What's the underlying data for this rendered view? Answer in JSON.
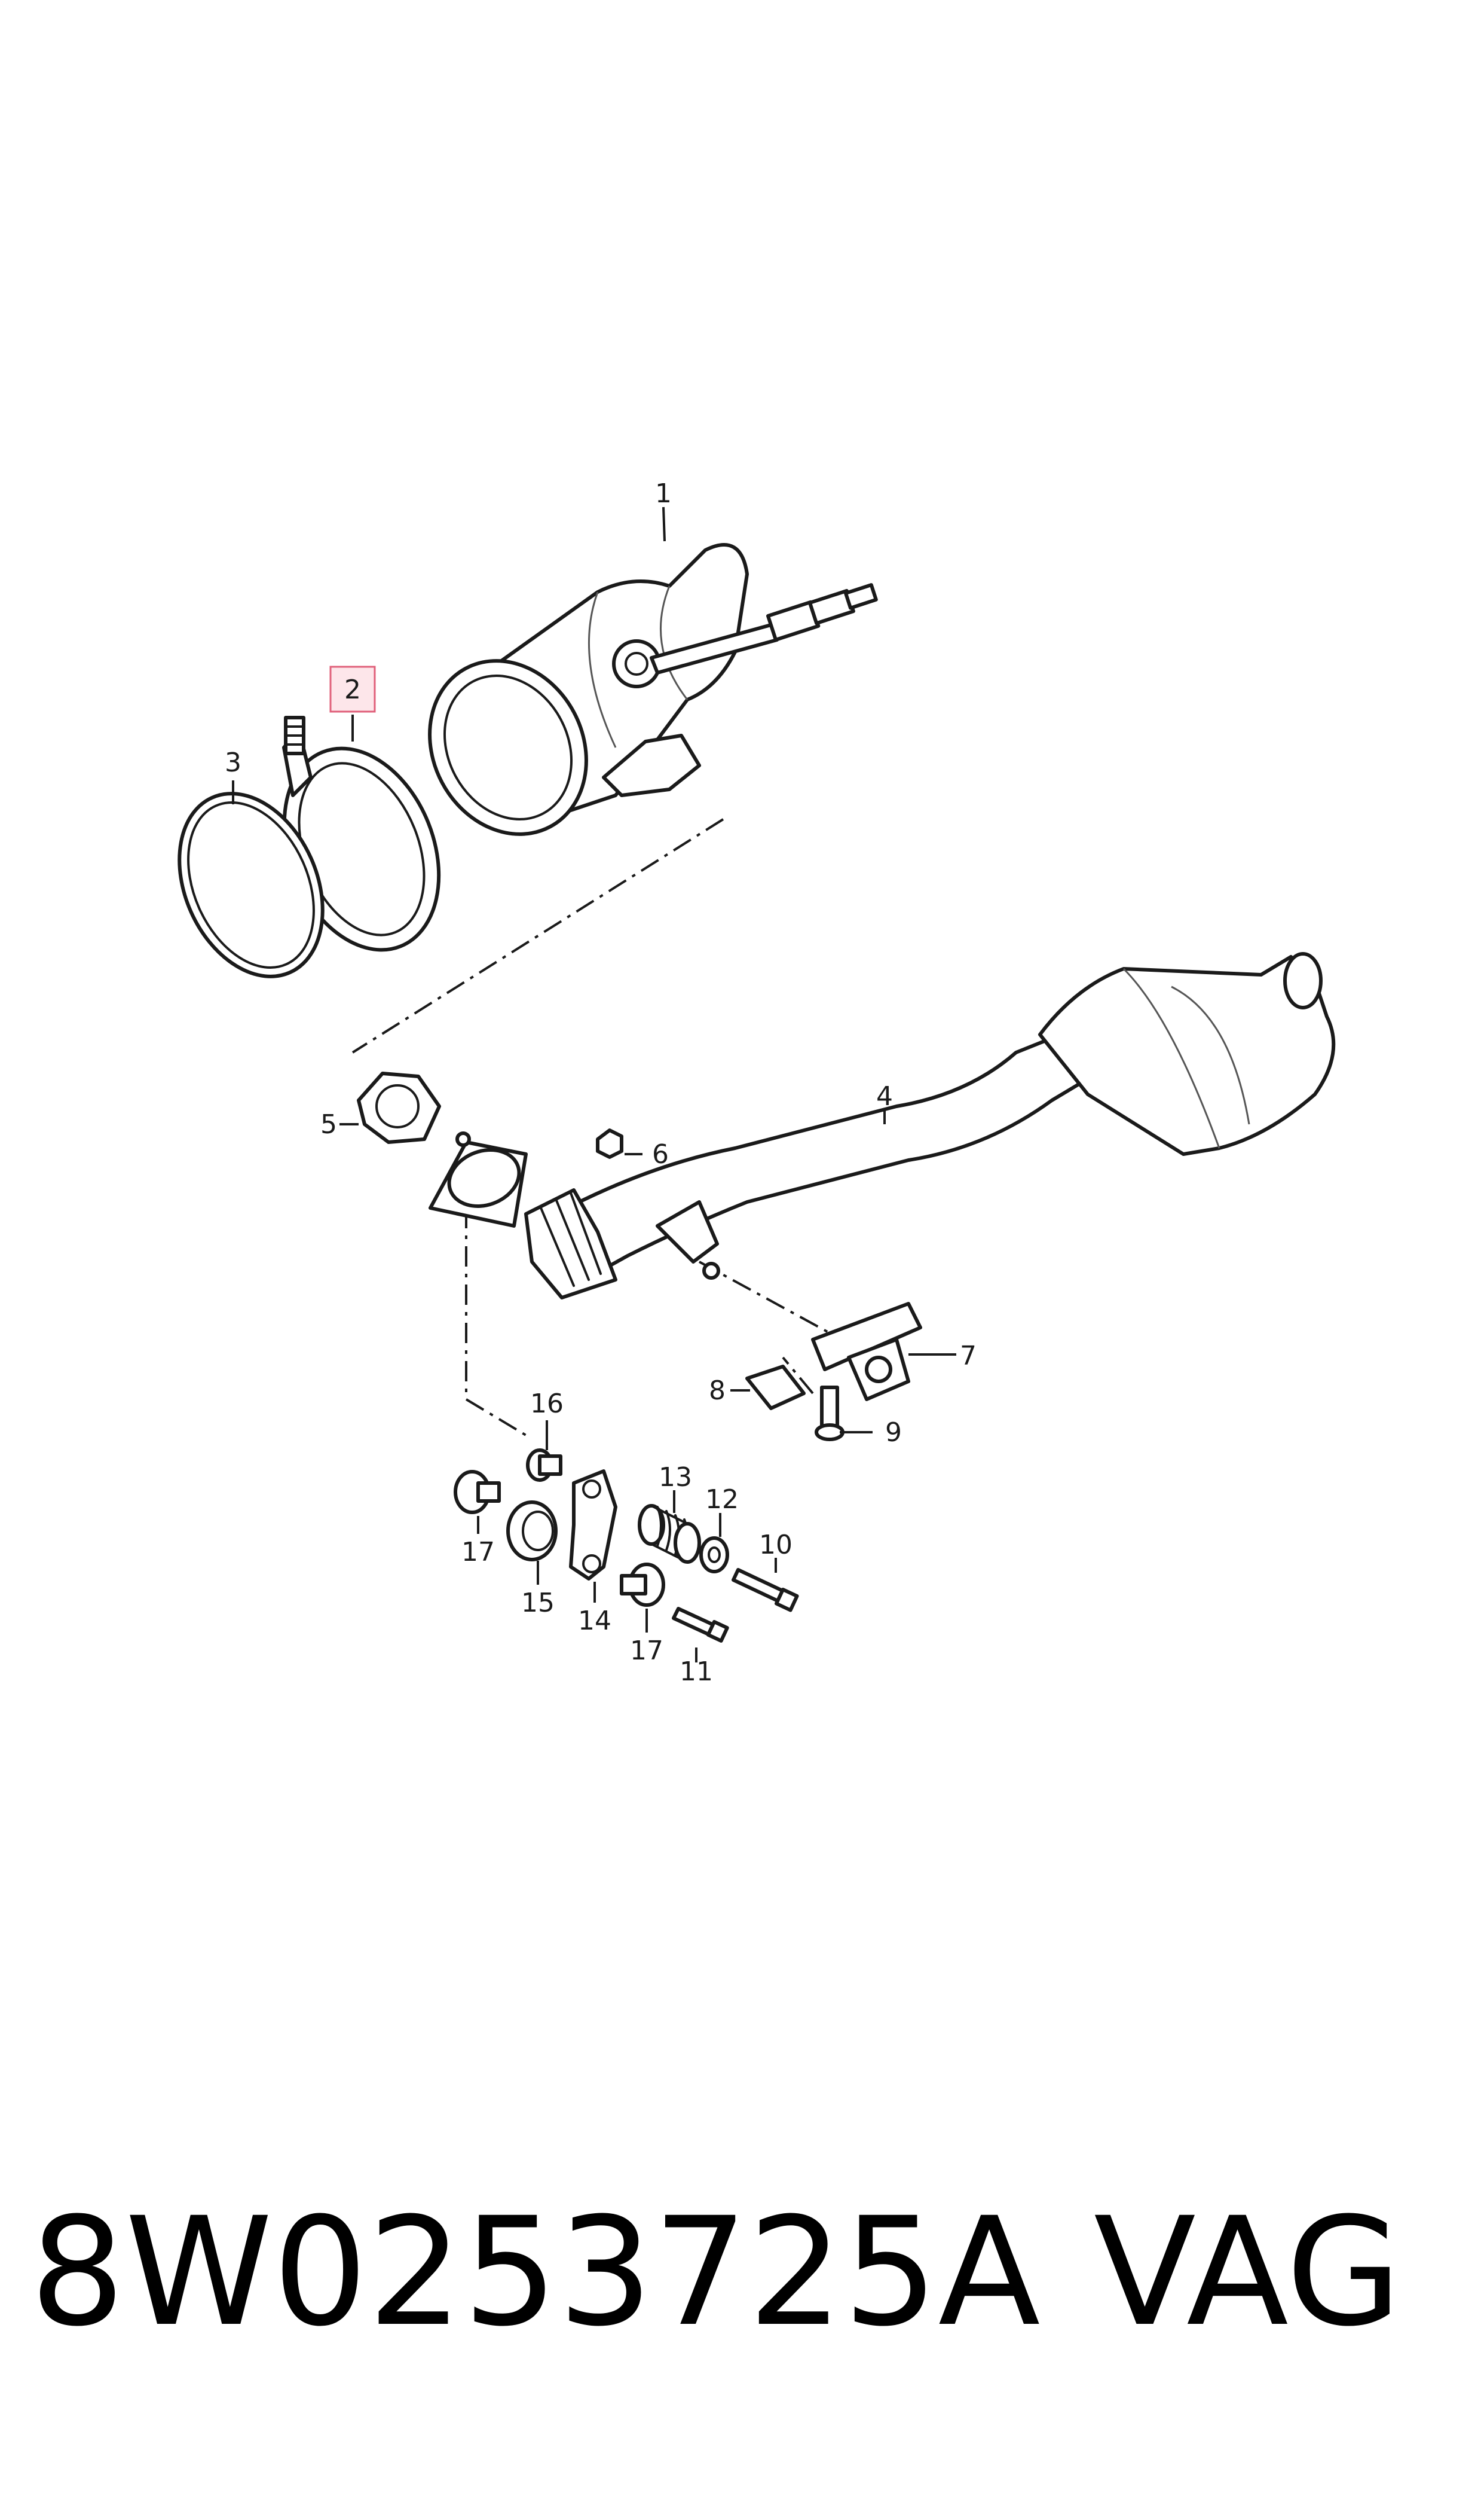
{
  "callouts": [
    {
      "id": "1",
      "highlighted": false
    },
    {
      "id": "2",
      "highlighted": true
    },
    {
      "id": "3",
      "highlighted": false
    },
    {
      "id": "4",
      "highlighted": false
    },
    {
      "id": "5",
      "highlighted": false
    },
    {
      "id": "6",
      "highlighted": false
    },
    {
      "id": "7",
      "highlighted": false
    },
    {
      "id": "8",
      "highlighted": false
    },
    {
      "id": "9",
      "highlighted": false
    },
    {
      "id": "10",
      "highlighted": false
    },
    {
      "id": "11",
      "highlighted": false
    },
    {
      "id": "12",
      "highlighted": false
    },
    {
      "id": "13",
      "highlighted": false
    },
    {
      "id": "14",
      "highlighted": false
    },
    {
      "id": "15",
      "highlighted": false
    },
    {
      "id": "16",
      "highlighted": false
    },
    {
      "id": "17",
      "highlighted": false
    },
    {
      "id": "17",
      "highlighted": false
    }
  ],
  "footer": {
    "part_number": "8W0253725A",
    "brand": "VAG"
  },
  "colors": {
    "line": "#1a1a1a",
    "highlight_fill": "#fde6ea",
    "highlight_border": "#e0607a"
  }
}
